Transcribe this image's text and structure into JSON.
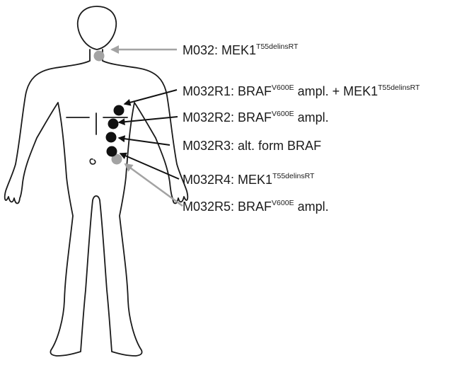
{
  "colors": {
    "outline": "#1a1a1a",
    "tumor_resistant": "#111111",
    "tumor_primary": "#a3a3a3",
    "arrow_black": "#111111",
    "arrow_gray": "#a3a3a3"
  },
  "lesions": [
    {
      "id": "primary",
      "parts": [
        {
          "text": "M032: MEK1",
          "sup": false
        },
        {
          "text": "T55delinsRT",
          "sup": true
        }
      ]
    },
    {
      "id": "r1",
      "parts": [
        {
          "text": "M032R1: BRAF",
          "sup": false
        },
        {
          "text": "V600E",
          "sup": true
        },
        {
          "text": " ampl. + MEK1",
          "sup": false
        },
        {
          "text": "T55delinsRT",
          "sup": true
        }
      ]
    },
    {
      "id": "r2",
      "parts": [
        {
          "text": "M032R2: BRAF",
          "sup": false
        },
        {
          "text": "V600E",
          "sup": true
        },
        {
          "text": " ampl.",
          "sup": false
        }
      ]
    },
    {
      "id": "r3",
      "parts": [
        {
          "text": "M032R3: alt. form BRAF",
          "sup": false
        }
      ]
    },
    {
      "id": "r4",
      "parts": [
        {
          "text": "M032R4: MEK1",
          "sup": false
        },
        {
          "text": "T55delinsRT",
          "sup": true
        }
      ]
    },
    {
      "id": "r5",
      "parts": [
        {
          "text": "M032R5: BRAF",
          "sup": false
        },
        {
          "text": "V600E",
          "sup": true
        },
        {
          "text": " ampl.",
          "sup": false
        }
      ]
    }
  ]
}
